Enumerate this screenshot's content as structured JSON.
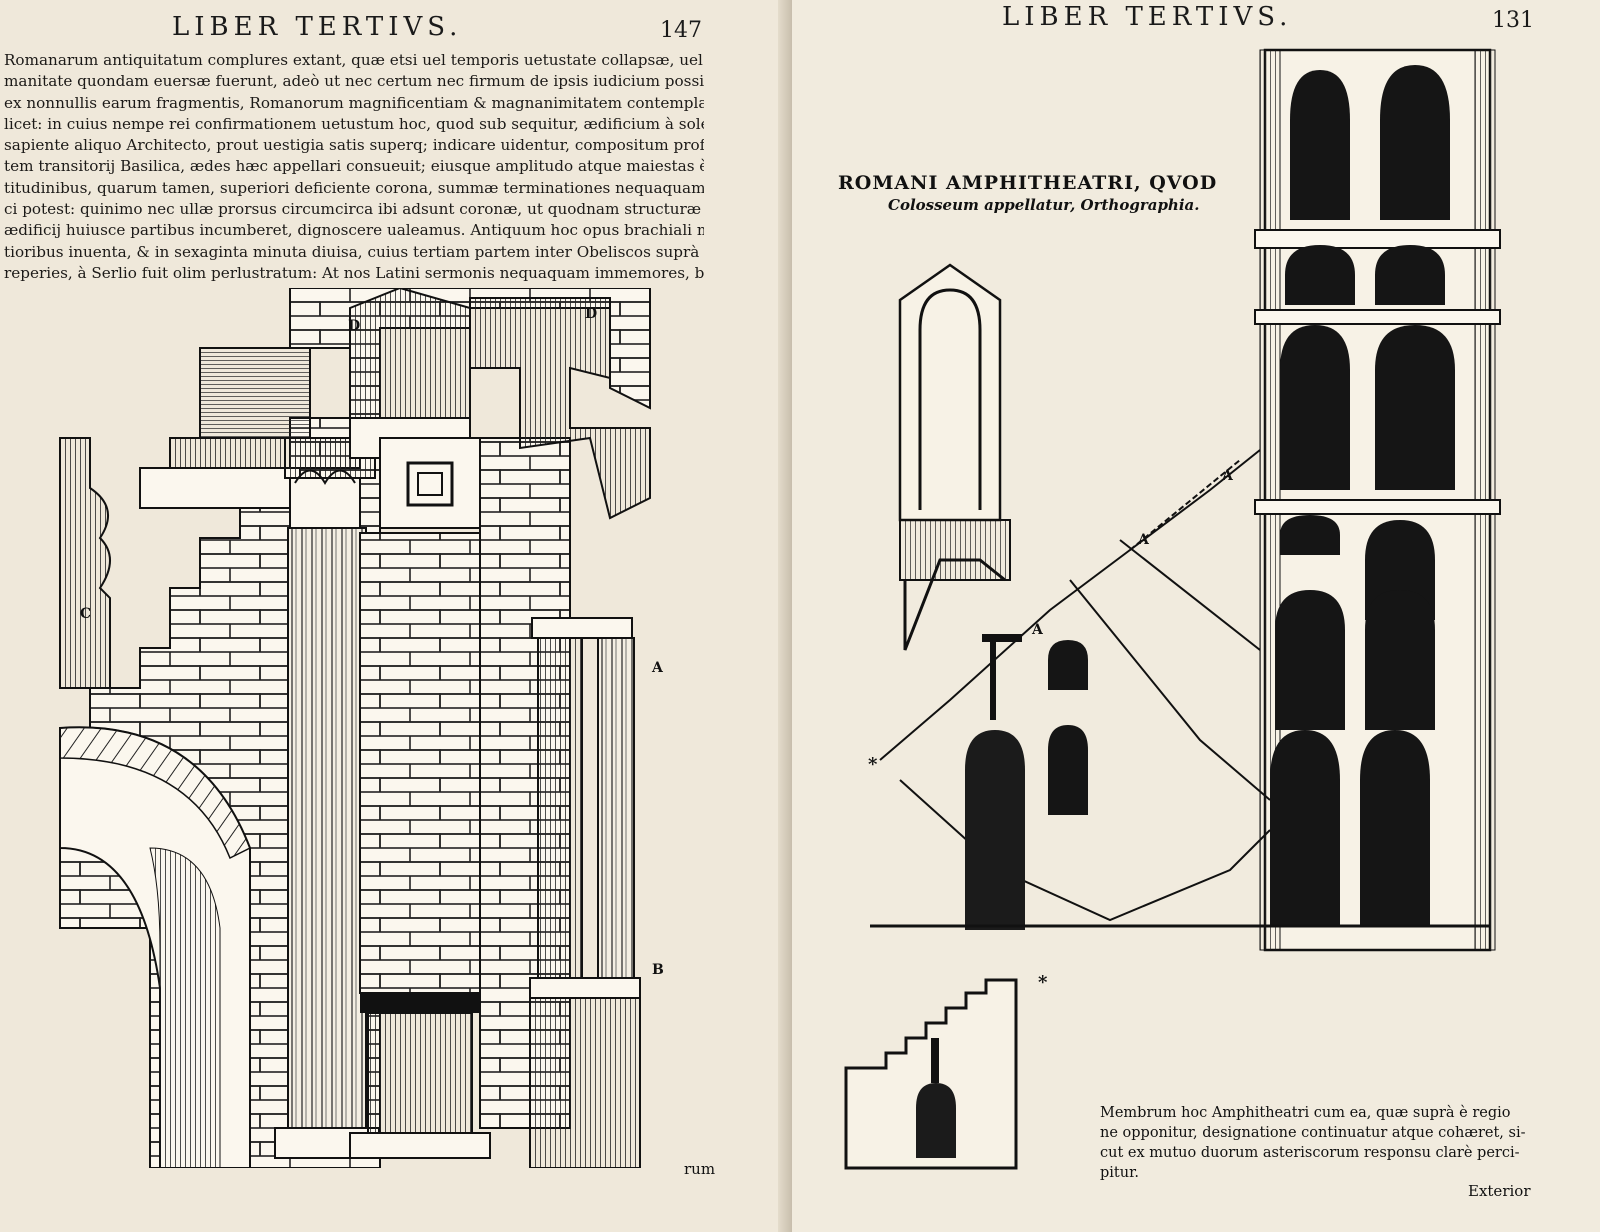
{
  "left_page": {
    "running_head": "LIBER TERTIVS.",
    "folio": "147",
    "text_lines": [
      "Romanarum antiquitatum complures extant, quæ etsi uel temporis uetustate collapsæ, uel hostium im-",
      "manitate quondam euersæ fuerunt, adeò ut nec certum nec firmum de ipsis iudicium possit afferri; tamen",
      "ex nonnullis earum fragmentis, Romanorum magnificentiam & magnanimitatem contemplari admirariq;",
      "licet: in cuius nempe rei confirmationem uetustum hoc, quod sub sequitur, ædificium à solerti nimirum &",
      "sapiente aliquo Architecto, prout uestigia satis superq; indicare uidentur, compositum proferemus. Fori au",
      "tem transitorij Basilica, ædes hæc appellari consueuit; eiusque amplitudo atque maiestas è columnarum al-",
      "titudinibus, quarum tamen, superiori deficiente corona, summæ terminationes nequaquam apparent, conij-",
      "ci potest: quinimo nec ullæ prorsus circumcirca ibi adsunt coronæ, ut quodnam structuræ genus superis",
      "ædificij huiusce partibus incumberet, dignoscere ualeamus. Antiquum hoc opus brachiali mensura à recen-",
      "tioribus inuenta, & in sexaginta minuta diuisa, cuius tertiam partem inter Obeliscos suprà iam designatam",
      "reperies, à Serlio fuit olim perlustratum: At nos Latini sermonis nequaquam immemores, brachialium ho-"
    ],
    "figure_labels": [
      "D",
      "D",
      "C",
      "A",
      "B"
    ],
    "catchword": "rum"
  },
  "right_page": {
    "running_head": "LIBER TERTIVS.",
    "folio": "131",
    "plate_title": "ROMANI AMPHITHEATRI, QVOD",
    "plate_subtitle": "Colosseum appellatur, Orthographia.",
    "stair_labels": [
      "A",
      "A",
      "A"
    ],
    "asterisk_labels": [
      "*",
      "*"
    ],
    "caption_lines": [
      "Membrum hoc Amphitheatri cum ea, quæ suprà è regio",
      "ne opponitur, designatione continuatur atque cohæret, si-",
      "cut ex mutuo duorum asteriscorum responsu clarè perci-",
      "pitur."
    ],
    "catchword": "Exterior"
  },
  "colors": {
    "paper": "#efe8da",
    "ink": "#111111",
    "bleed": "#b9b0a3"
  }
}
